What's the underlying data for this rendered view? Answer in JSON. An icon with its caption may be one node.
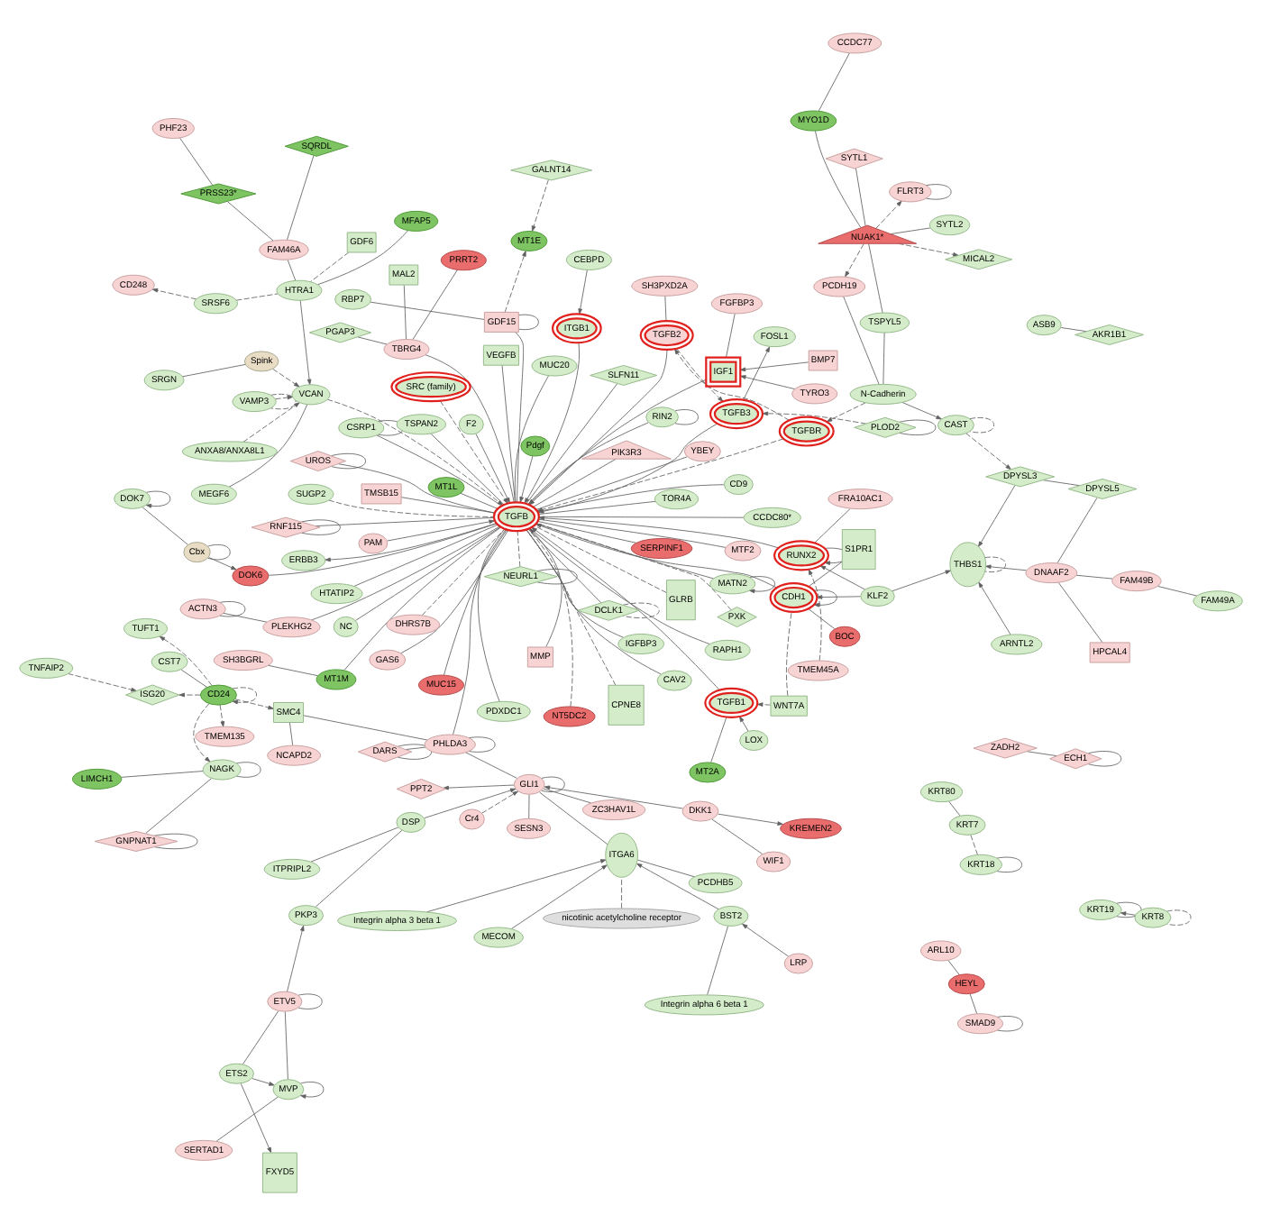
{
  "diagram": {
    "nodes": [
      {
        "text": [
          "HPCAL4"
        ]
      },
      {
        "text": [
          "FAM49B"
        ]
      },
      {
        "text": [
          "FAM49A"
        ]
      },
      {
        "text": [
          "DNAAF2"
        ]
      },
      {
        "text": [
          "DPYSL5"
        ]
      },
      {
        "text": [
          "SERTAD1"
        ]
      },
      {
        "text": [
          "KRT80"
        ]
      },
      {
        "text": [
          "ARNTL2"
        ]
      },
      {
        "text": [
          "MVP"
        ]
      },
      {
        "text": [
          "KRT7"
        ]
      },
      {
        "text": [
          "FXYD5"
        ]
      },
      {
        "text": [
          "TSPYL5"
        ]
      },
      {
        "text": [
          "BOC"
        ]
      },
      {
        "text": [
          "CCDC77"
        ]
      },
      {
        "text": [
          "PCDH19"
        ]
      },
      {
        "text": [
          "N-Cadherin"
        ]
      },
      {
        "text": [
          "FRA10AC1"
        ]
      },
      {
        "text": [
          "DPYSL3"
        ]
      },
      {
        "text": [
          "ETS2"
        ]
      },
      {
        "text": [
          "ETV5"
        ]
      },
      {
        "text": [
          "ITPRIPL2"
        ]
      },
      {
        "text": [
          "KREMEN2"
        ]
      },
      {
        "text": [
          "MICAL2"
        ]
      },
      {
        "text": [
          "MT2A"
        ]
      },
      {
        "text": [
          "CAST"
        ]
      },
      {
        "text": [
          "THBS1"
        ]
      },
      {
        "text": [
          "FGFBP3"
        ]
      },
      {
        "text": [
          "KRT18"
        ]
      },
      {
        "text": [
          "PKP3"
        ]
      },
      {
        "text": [
          "ASB9"
        ]
      },
      {
        "text": [
          "ARL10"
        ]
      },
      {
        "text": [
          "SYTL2"
        ]
      },
      {
        "text": [
          "MYO1D"
        ]
      },
      {
        "text": [
          "CDH1"
        ]
      },
      {
        "text": [
          "WNT7A"
        ]
      },
      {
        "text": [
          "FLRT3"
        ]
      },
      {
        "text": [
          "NUAK1*"
        ]
      },
      {
        "text": [
          "TGFBR"
        ]
      },
      {
        "text": [
          "KLF2"
        ]
      },
      {
        "text": [
          "S1PR1"
        ]
      },
      {
        "text": [
          "WIF1"
        ]
      },
      {
        "text": [
          "KRT19"
        ]
      },
      {
        "text": [
          "Cr4"
        ]
      },
      {
        "text": [
          "SYTL1"
        ]
      },
      {
        "text": [
          "TMEM45A"
        ]
      },
      {
        "text": [
          "TGFB2"
        ]
      },
      {
        "text": [
          "SH3PXD2A"
        ]
      },
      {
        "text": [
          "DKK1"
        ]
      },
      {
        "text": [
          "KRT8"
        ]
      },
      {
        "text": [
          "AKR1B1"
        ]
      },
      {
        "text": [
          "ZC3HAV1L"
        ]
      },
      {
        "text": [
          "PPT2"
        ]
      },
      {
        "text": [
          "HEYL"
        ]
      },
      {
        "text": [
          "PLOD2"
        ]
      },
      {
        "text": [
          "CD248"
        ]
      },
      {
        "text": [
          "RUNX2"
        ]
      },
      {
        "text": [
          "TYRO3"
        ]
      },
      {
        "text": [
          "LOX"
        ]
      },
      {
        "text": [
          "DSP"
        ]
      },
      {
        "text": [
          "ZADH2"
        ]
      },
      {
        "text": [
          "ECH1"
        ]
      },
      {
        "text": [
          "SRSF6"
        ]
      },
      {
        "text": [
          "TGFB3"
        ]
      },
      {
        "text": [
          "FOSL1"
        ]
      },
      {
        "text": [
          "GLI1"
        ]
      },
      {
        "text": [
          "SESN3"
        ]
      },
      {
        "text": [
          "GNPNAT1"
        ]
      },
      {
        "text": [
          "TGFB1"
        ]
      },
      {
        "text": [
          "IGF1"
        ]
      },
      {
        "text": [
          "BMP7"
        ]
      },
      {
        "text": [
          "SMAD9"
        ]
      },
      {
        "text": [
          "PHF23"
        ]
      },
      {
        "text": [
          "SRGN"
        ]
      },
      {
        "text": [
          "Spink"
        ]
      },
      {
        "text": [
          "NC"
        ]
      },
      {
        "text": [
          "GDF6"
        ]
      },
      {
        "text": [
          "HTRA1"
        ]
      },
      {
        "text": [
          "Integrin alpha 6 beta 1"
        ]
      },
      {
        "text": [
          "NAGK"
        ]
      },
      {
        "text": [
          "MFAP5"
        ]
      },
      {
        "text": [
          "CPNE8"
        ]
      },
      {
        "text": [
          "PAM"
        ]
      },
      {
        "text": [
          "ITGB1"
        ]
      },
      {
        "text": [
          "CEBPD"
        ]
      },
      {
        "text": [
          "CST7"
        ]
      },
      {
        "text": [
          "HTATIP2"
        ]
      },
      {
        "text": [
          "MMP"
        ]
      },
      {
        "text": [
          "BST2"
        ]
      },
      {
        "text": [
          "LRP"
        ]
      },
      {
        "text": [
          "LIMCH1"
        ]
      },
      {
        "text": [
          "PRSS23*"
        ]
      },
      {
        "text": [
          "FAM46A"
        ]
      },
      {
        "text": [
          "VAMP3"
        ]
      },
      {
        "text": [
          "MEGF6"
        ]
      },
      {
        "text": [
          "SERPINF1"
        ]
      },
      {
        "text": [
          "IGFBP3"
        ]
      },
      {
        "text": [
          "VEGFB"
        ]
      },
      {
        "text": [
          "SRC (family)"
        ]
      },
      {
        "text": [
          "Pdgf"
        ]
      },
      {
        "text": [
          "TSPAN2"
        ]
      },
      {
        "text": [
          "F2"
        ]
      },
      {
        "text": [
          "VCAN"
        ]
      },
      {
        "text": [
          "CD24"
        ]
      },
      {
        "text": [
          "TMEM135"
        ]
      },
      {
        "text": [
          "PCDHB5"
        ]
      },
      {
        "text": [
          "ITGA6"
        ]
      },
      {
        "text": [
          "ANXA8/ANXA8L1"
        ]
      },
      {
        "text": [
          "SH3BGRL"
        ]
      },
      {
        "text": [
          "MT1M"
        ]
      },
      {
        "text": [
          "MTF2"
        ]
      },
      {
        "text": [
          "TGFB"
        ]
      },
      {
        "text": [
          "GAS6"
        ]
      },
      {
        "text": [
          "CD9"
        ]
      },
      {
        "text": [
          "PIK3R3"
        ]
      },
      {
        "text": [
          "Integrin alpha 3 beta 1"
        ]
      },
      {
        "text": [
          "DARS"
        ]
      },
      {
        "text": [
          "CSRP1"
        ]
      },
      {
        "text": [
          "SQRDL"
        ]
      },
      {
        "text": [
          "TUFT1"
        ]
      },
      {
        "text": [
          "CCDC80*"
        ]
      },
      {
        "text": [
          "SLFN11"
        ]
      },
      {
        "text": [
          "MUC20"
        ]
      },
      {
        "text": [
          "GLRB"
        ]
      },
      {
        "text": [
          "YBEY"
        ]
      },
      {
        "text": [
          "TMSB15"
        ]
      },
      {
        "text": [
          "ERBB3"
        ]
      },
      {
        "text": [
          "RNF115"
        ]
      },
      {
        "text": [
          "GDF15"
        ]
      },
      {
        "text": [
          "SMC4"
        ]
      },
      {
        "text": [
          "MECOM"
        ]
      },
      {
        "text": [
          "nicotinic acetylcholine receptor"
        ]
      },
      {
        "text": [
          "PLEKHG2"
        ]
      },
      {
        "text": [
          "ACTN3"
        ]
      },
      {
        "text": [
          "MUC15"
        ]
      },
      {
        "text": [
          "CAV2"
        ]
      },
      {
        "text": [
          "PXK"
        ]
      },
      {
        "text": [
          "MATN2"
        ]
      },
      {
        "text": [
          "DHRS7B"
        ]
      },
      {
        "text": [
          "MT1L"
        ]
      },
      {
        "text": [
          "PDXDC1"
        ]
      },
      {
        "text": [
          "GALNT14"
        ]
      },
      {
        "text": [
          "RBP7"
        ]
      },
      {
        "text": [
          "ISG20"
        ]
      },
      {
        "text": [
          "NCAPD2"
        ]
      },
      {
        "text": [
          "PHLDA3"
        ]
      },
      {
        "text": [
          "DOK6"
        ]
      },
      {
        "text": [
          "RIN2"
        ]
      },
      {
        "text": [
          "NEURL1"
        ]
      },
      {
        "text": [
          "NT5DC2"
        ]
      },
      {
        "text": [
          "RAPH1"
        ]
      },
      {
        "text": [
          "SUGP2"
        ]
      },
      {
        "text": [
          "DCLK1"
        ]
      },
      {
        "text": [
          "TOR4A"
        ]
      },
      {
        "text": [
          "Cbx"
        ]
      },
      {
        "text": [
          "MT1E"
        ]
      },
      {
        "text": [
          "TNFAIP2"
        ]
      },
      {
        "text": [
          "TBRG4"
        ]
      },
      {
        "text": [
          "UROS"
        ]
      },
      {
        "text": [
          "DOK7"
        ]
      },
      {
        "text": [
          "PGAP3"
        ]
      },
      {
        "text": [
          "MAL2"
        ]
      },
      {
        "text": [
          "PRRT2"
        ]
      }
    ],
    "edges": [
      {
        "from": 0,
        "to": 3,
        "arrow": "none"
      },
      {
        "from": 1,
        "to": 3,
        "arrow": "none"
      },
      {
        "from": 2,
        "to": 1,
        "arrow": "none"
      },
      {
        "from": 3,
        "to": 4,
        "arrow": "none"
      },
      {
        "from": 3,
        "to": 25,
        "arrow": "to"
      },
      {
        "from": 4,
        "to": 17,
        "arrow": "none"
      },
      {
        "from": 7,
        "to": 25,
        "arrow": "to"
      },
      {
        "from": 5,
        "to": 8,
        "arrow": "none"
      },
      {
        "from": 6,
        "to": 9,
        "arrow": "none"
      },
      {
        "from": 8,
        "to": 8,
        "arrow": "to"
      },
      {
        "from": 18,
        "to": 8,
        "arrow": "to"
      },
      {
        "from": 8,
        "to": 19,
        "arrow": "none"
      },
      {
        "from": 18,
        "to": 10,
        "arrow": "to"
      },
      {
        "from": 18,
        "to": 19,
        "arrow": "none"
      },
      {
        "from": 19,
        "to": 19,
        "arrow": "none"
      },
      {
        "from": 9,
        "to": 27,
        "arrow": "none",
        "style": "dashed"
      },
      {
        "from": 11,
        "to": 15,
        "arrow": "none"
      },
      {
        "from": 11,
        "to": 36,
        "arrow": "none"
      },
      {
        "from": 13,
        "to": 32,
        "arrow": "none"
      },
      {
        "from": 14,
        "to": 15,
        "arrow": "none"
      },
      {
        "from": 36,
        "to": 14,
        "arrow": "to",
        "style": "dashed"
      },
      {
        "from": 31,
        "to": 36,
        "arrow": "none"
      },
      {
        "from": 32,
        "to": 36,
        "arrow": "none"
      },
      {
        "from": 43,
        "to": 36,
        "arrow": "none"
      },
      {
        "from": 36,
        "to": 22,
        "arrow": "to",
        "style": "dashed"
      },
      {
        "from": 36,
        "to": 35,
        "arrow": "to",
        "style": "dashed"
      },
      {
        "from": 35,
        "to": 35,
        "arrow": "none"
      },
      {
        "from": 12,
        "to": 33,
        "arrow": "none"
      },
      {
        "from": 16,
        "to": 55,
        "arrow": "none"
      },
      {
        "from": 15,
        "to": 24,
        "arrow": "to"
      },
      {
        "from": 15,
        "to": 37,
        "arrow": "to",
        "style": "dashed"
      },
      {
        "from": 24,
        "to": 24,
        "arrow": "none",
        "style": "dashed"
      },
      {
        "from": 24,
        "to": 17,
        "arrow": "to",
        "style": "dashed"
      },
      {
        "from": 23,
        "to": 67,
        "arrow": "none"
      },
      {
        "from": 25,
        "to": 25,
        "arrow": "none",
        "style": "dashed"
      },
      {
        "from": 17,
        "to": 25,
        "arrow": "to"
      },
      {
        "from": 26,
        "to": 68,
        "arrow": "none"
      },
      {
        "from": 34,
        "to": 33,
        "arrow": "none",
        "style": "dashed"
      },
      {
        "from": 27,
        "to": 27,
        "arrow": "none"
      },
      {
        "from": 20,
        "to": 58,
        "arrow": "none"
      },
      {
        "from": 47,
        "to": 21,
        "arrow": "to"
      },
      {
        "from": 19,
        "to": 28,
        "arrow": "to"
      },
      {
        "from": 29,
        "to": 49,
        "arrow": "none"
      },
      {
        "from": 30,
        "to": 52,
        "arrow": "none"
      },
      {
        "from": 52,
        "to": 70,
        "arrow": "none"
      },
      {
        "from": 70,
        "to": 70,
        "arrow": "none"
      },
      {
        "from": 66,
        "to": 66,
        "arrow": "none"
      },
      {
        "from": 66,
        "to": 78,
        "arrow": "none"
      },
      {
        "from": 78,
        "to": 78,
        "arrow": "none"
      },
      {
        "from": 78,
        "to": 89,
        "arrow": "none"
      },
      {
        "from": 102,
        "to": 78,
        "arrow": "to",
        "style": "dashed"
      },
      {
        "from": 42,
        "to": 64,
        "arrow": "to",
        "style": "dashed"
      },
      {
        "from": 64,
        "to": 51,
        "arrow": "to"
      },
      {
        "from": 64,
        "to": 65,
        "arrow": "none"
      },
      {
        "from": 64,
        "to": 50,
        "arrow": "none"
      },
      {
        "from": 64,
        "to": 64,
        "arrow": "none"
      },
      {
        "from": 41,
        "to": 41,
        "arrow": "none"
      },
      {
        "from": 48,
        "to": 41,
        "arrow": "to"
      },
      {
        "from": 48,
        "to": 48,
        "arrow": "none",
        "style": "dashed"
      },
      {
        "from": 40,
        "to": 47,
        "arrow": "none"
      },
      {
        "from": 53,
        "to": 53,
        "arrow": "none"
      },
      {
        "from": 61,
        "to": 54,
        "arrow": "to",
        "style": "dashed"
      },
      {
        "from": 59,
        "to": 60,
        "arrow": "none"
      },
      {
        "from": 60,
        "to": 60,
        "arrow": "none"
      },
      {
        "from": 71,
        "to": 90,
        "arrow": "none"
      },
      {
        "from": 90,
        "to": 91,
        "arrow": "none"
      },
      {
        "from": 91,
        "to": 117,
        "arrow": "none"
      },
      {
        "from": 91,
        "to": 76,
        "arrow": "none"
      },
      {
        "from": 75,
        "to": 76,
        "arrow": "none",
        "style": "dashed"
      },
      {
        "from": 79,
        "to": 76,
        "arrow": "none"
      },
      {
        "from": 72,
        "to": 73,
        "arrow": "none"
      },
      {
        "from": 106,
        "to": 101,
        "arrow": "to",
        "style": "dashed"
      },
      {
        "from": 92,
        "to": 92,
        "arrow": "none",
        "style": "dashed"
      },
      {
        "from": 92,
        "to": 101,
        "arrow": "to",
        "style": "dashed"
      },
      {
        "from": 93,
        "to": 101,
        "arrow": "none"
      },
      {
        "from": 116,
        "to": 116,
        "arrow": "none"
      },
      {
        "from": 116,
        "to": 110,
        "arrow": "none"
      },
      {
        "from": 107,
        "to": 108,
        "arrow": "none"
      },
      {
        "from": 108,
        "to": 110,
        "arrow": "none"
      },
      {
        "from": 119,
        "to": 110,
        "arrow": "none"
      },
      {
        "from": 120,
        "to": 110,
        "arrow": "none"
      },
      {
        "from": 121,
        "to": 110,
        "arrow": "none"
      },
      {
        "from": 131,
        "to": 110,
        "arrow": "none"
      },
      {
        "from": 131,
        "to": 132,
        "arrow": "none"
      },
      {
        "from": 132,
        "to": 132,
        "arrow": "none"
      },
      {
        "from": 133,
        "to": 110,
        "arrow": "none"
      },
      {
        "from": 145,
        "to": 110,
        "arrow": "none"
      },
      {
        "from": 153,
        "to": 145,
        "arrow": "to"
      },
      {
        "from": 153,
        "to": 153,
        "arrow": "none"
      },
      {
        "from": 153,
        "to": 158,
        "arrow": "none"
      },
      {
        "from": 158,
        "to": 158,
        "arrow": "to"
      },
      {
        "from": 147,
        "to": 147,
        "arrow": "none"
      },
      {
        "from": 147,
        "to": 110,
        "arrow": "none",
        "style": "dashed"
      },
      {
        "from": 134,
        "to": 110,
        "arrow": "none"
      },
      {
        "from": 135,
        "to": 110,
        "arrow": "none",
        "style": "dashed"
      },
      {
        "from": 136,
        "to": 136,
        "arrow": "to"
      },
      {
        "from": 136,
        "to": 110,
        "arrow": "none"
      },
      {
        "from": 148,
        "to": 110,
        "arrow": "none",
        "style": "dashed"
      },
      {
        "from": 149,
        "to": 110,
        "arrow": "none"
      },
      {
        "from": 150,
        "to": 110,
        "arrow": "none",
        "style": "dashed"
      },
      {
        "from": 137,
        "to": 110,
        "arrow": "none",
        "style": "dashed"
      },
      {
        "from": 146,
        "to": 146,
        "arrow": "none"
      },
      {
        "from": 146,
        "to": 110,
        "arrow": "none"
      },
      {
        "from": 152,
        "to": 110,
        "arrow": "none"
      },
      {
        "from": 151,
        "to": 151,
        "arrow": "none",
        "style": "dashed"
      },
      {
        "from": 110,
        "to": 151,
        "arrow": "none"
      },
      {
        "from": 110,
        "to": 157,
        "arrow": "none"
      },
      {
        "from": 157,
        "to": 157,
        "arrow": "none"
      },
      {
        "from": 156,
        "to": 110,
        "arrow": "none"
      },
      {
        "from": 156,
        "to": 159,
        "arrow": "none"
      },
      {
        "from": 156,
        "to": 161,
        "arrow": "none"
      },
      {
        "from": 156,
        "to": 160,
        "arrow": "none"
      },
      {
        "from": 122,
        "to": 110,
        "arrow": "none",
        "style": "dashed"
      },
      {
        "from": 123,
        "to": 110,
        "arrow": "none"
      },
      {
        "from": 124,
        "to": 110,
        "arrow": "none"
      },
      {
        "from": 138,
        "to": 110,
        "arrow": "none"
      },
      {
        "from": 139,
        "to": 110,
        "arrow": "none"
      },
      {
        "from": 110,
        "to": 125,
        "arrow": "to"
      },
      {
        "from": 126,
        "to": 126,
        "arrow": "none"
      },
      {
        "from": 126,
        "to": 110,
        "arrow": "none"
      },
      {
        "from": 127,
        "to": 127,
        "arrow": "none"
      },
      {
        "from": 127,
        "to": 141,
        "arrow": "none"
      },
      {
        "from": 127,
        "to": 154,
        "arrow": "to",
        "style": "dashed"
      },
      {
        "from": 127,
        "to": 110,
        "arrow": "none"
      },
      {
        "from": 111,
        "to": 110,
        "arrow": "none"
      },
      {
        "from": 109,
        "to": 110,
        "arrow": "none"
      },
      {
        "from": 140,
        "to": 154,
        "arrow": "to",
        "style": "dashed"
      },
      {
        "from": 144,
        "to": 144,
        "arrow": "none"
      },
      {
        "from": 144,
        "to": 115,
        "arrow": "none"
      },
      {
        "from": 144,
        "to": 128,
        "arrow": "none"
      },
      {
        "from": 144,
        "to": 110,
        "arrow": "none"
      },
      {
        "from": 128,
        "to": 143,
        "arrow": "none"
      },
      {
        "from": 102,
        "to": 128,
        "arrow": "to",
        "style": "dashed"
      },
      {
        "from": 102,
        "to": 118,
        "arrow": "to",
        "style": "dashed"
      },
      {
        "from": 102,
        "to": 103,
        "arrow": "to",
        "style": "dashed"
      },
      {
        "from": 102,
        "to": 142,
        "arrow": "to",
        "style": "dashed"
      },
      {
        "from": 155,
        "to": 142,
        "arrow": "to",
        "style": "dashed"
      },
      {
        "from": 102,
        "to": 102,
        "arrow": "to",
        "style": "dashed"
      },
      {
        "from": 115,
        "to": 115,
        "arrow": "none"
      },
      {
        "from": 129,
        "to": 105,
        "arrow": "to"
      },
      {
        "from": 130,
        "to": 105,
        "arrow": "none",
        "style": "dashed"
      },
      {
        "from": 114,
        "to": 105,
        "arrow": "to"
      },
      {
        "from": 104,
        "to": 105,
        "arrow": "none"
      },
      {
        "from": 87,
        "to": 105,
        "arrow": "to"
      },
      {
        "from": 88,
        "to": 87,
        "arrow": "to"
      },
      {
        "from": 77,
        "to": 87,
        "arrow": "none"
      },
      {
        "from": 84,
        "to": 102,
        "arrow": "none"
      },
      {
        "from": 55,
        "to": 55,
        "arrow": "to"
      },
      {
        "from": 33,
        "to": 33,
        "arrow": "to"
      },
      {
        "from": 38,
        "to": 33,
        "arrow": "to"
      },
      {
        "from": 38,
        "to": 55,
        "arrow": "to"
      },
      {
        "from": 38,
        "to": 25,
        "arrow": "to"
      },
      {
        "from": 39,
        "to": 33,
        "arrow": "none"
      },
      {
        "from": 37,
        "to": 45,
        "arrow": "to",
        "style": "dashed"
      },
      {
        "from": 45,
        "to": 62,
        "arrow": "to",
        "style": "dashed"
      },
      {
        "from": 46,
        "to": 45,
        "arrow": "none"
      },
      {
        "from": 62,
        "to": 63,
        "arrow": "to"
      },
      {
        "from": 67,
        "to": 110,
        "arrow": "to"
      },
      {
        "from": 68,
        "to": 110,
        "arrow": "to"
      },
      {
        "from": 82,
        "to": 110,
        "arrow": "to"
      },
      {
        "from": 97,
        "to": 110,
        "arrow": "to",
        "style": "dashed"
      },
      {
        "from": 55,
        "to": 110,
        "arrow": "to"
      },
      {
        "from": 62,
        "to": 110,
        "arrow": "to"
      },
      {
        "from": 45,
        "to": 110,
        "arrow": "to"
      },
      {
        "from": 37,
        "to": 110,
        "arrow": "to",
        "style": "dashed"
      },
      {
        "from": 33,
        "to": 110,
        "arrow": "to"
      },
      {
        "from": 96,
        "to": 110,
        "arrow": "none"
      },
      {
        "from": 95,
        "to": 110,
        "arrow": "none"
      },
      {
        "from": 94,
        "to": 110,
        "arrow": "none"
      },
      {
        "from": 100,
        "to": 110,
        "arrow": "to"
      },
      {
        "from": 99,
        "to": 110,
        "arrow": "none"
      },
      {
        "from": 98,
        "to": 110,
        "arrow": "to"
      },
      {
        "from": 101,
        "to": 110,
        "arrow": "to",
        "style": "dashed"
      },
      {
        "from": 74,
        "to": 110,
        "arrow": "none"
      },
      {
        "from": 86,
        "to": 110,
        "arrow": "to"
      },
      {
        "from": 85,
        "to": 110,
        "arrow": "none"
      },
      {
        "from": 80,
        "to": 110,
        "arrow": "none",
        "style": "dashed"
      },
      {
        "from": 81,
        "to": 110,
        "arrow": "to"
      },
      {
        "from": 112,
        "to": 110,
        "arrow": "none"
      },
      {
        "from": 113,
        "to": 110,
        "arrow": "none"
      },
      {
        "from": 83,
        "to": 82,
        "arrow": "to"
      },
      {
        "from": 57,
        "to": 67,
        "arrow": "to"
      },
      {
        "from": 56,
        "to": 68,
        "arrow": "to"
      },
      {
        "from": 69,
        "to": 68,
        "arrow": "to"
      },
      {
        "from": 44,
        "to": 55,
        "arrow": "to",
        "style": "dashed"
      },
      {
        "from": 34,
        "to": 67,
        "arrow": "to",
        "style": "dashed"
      },
      {
        "from": 28,
        "to": 58,
        "arrow": "none"
      },
      {
        "from": 58,
        "to": 64,
        "arrow": "to"
      },
      {
        "from": 47,
        "to": 64,
        "arrow": "to"
      },
      {
        "from": 64,
        "to": 105,
        "arrow": "none"
      },
      {
        "from": 64,
        "to": 144,
        "arrow": "none"
      },
      {
        "from": 76,
        "to": 101,
        "arrow": "to"
      },
      {
        "from": 73,
        "to": 101,
        "arrow": "to",
        "style": "dashed"
      },
      {
        "from": 61,
        "to": 76,
        "arrow": "none",
        "style": "dashed"
      },
      {
        "from": 53,
        "to": 62,
        "arrow": "to",
        "style": "dashed"
      }
    ]
  }
}
